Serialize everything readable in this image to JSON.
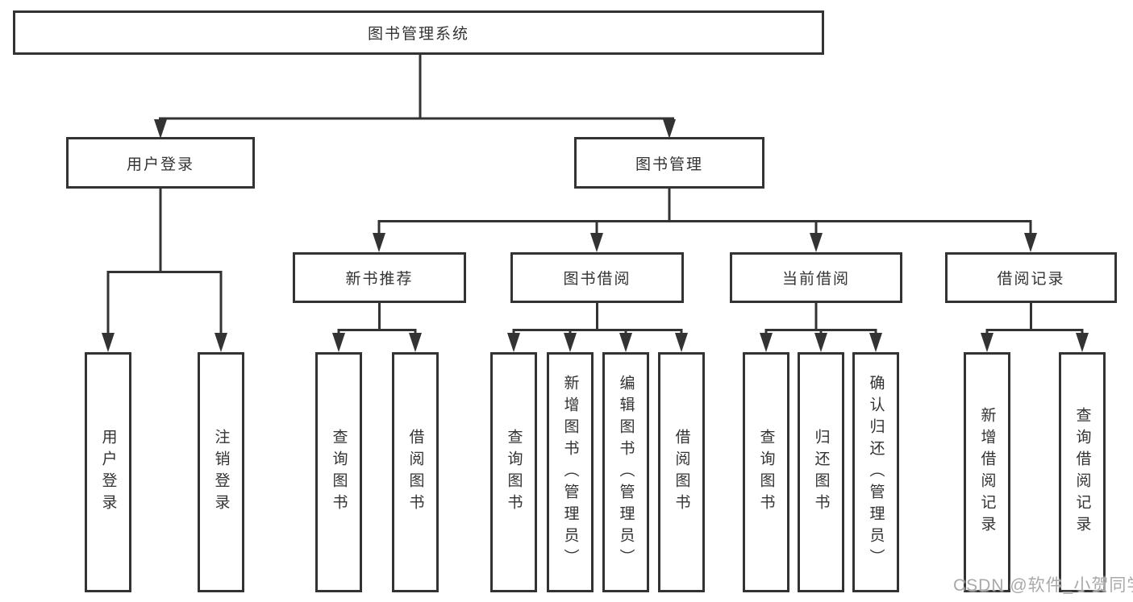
{
  "colors": {
    "line": "#333333",
    "text": "#333333",
    "box_bg": "#ffffff",
    "watermark": "#a9a9a9"
  },
  "tree": {
    "label": "图书管理系统",
    "children": [
      {
        "label": "用户登录",
        "children": [
          {
            "label": "用户登录"
          },
          {
            "label": "注销登录"
          }
        ]
      },
      {
        "label": "图书管理",
        "children": [
          {
            "label": "新书推荐",
            "children": [
              {
                "label": "查询图书"
              },
              {
                "label": "借阅图书"
              }
            ]
          },
          {
            "label": "图书借阅",
            "children": [
              {
                "label": "查询图书"
              },
              {
                "label": "新增图书（管理员）"
              },
              {
                "label": "编辑图书（管理员）"
              },
              {
                "label": "借阅图书"
              }
            ]
          },
          {
            "label": "当前借阅",
            "children": [
              {
                "label": "查询图书"
              },
              {
                "label": "归还图书"
              },
              {
                "label": "确认归还（管理员）"
              }
            ]
          },
          {
            "label": "借阅记录",
            "children": [
              {
                "label": "新增借阅记录"
              },
              {
                "label": "查询借阅记录"
              }
            ]
          }
        ]
      }
    ]
  },
  "watermark": "CSDN @软件_小贺同学"
}
